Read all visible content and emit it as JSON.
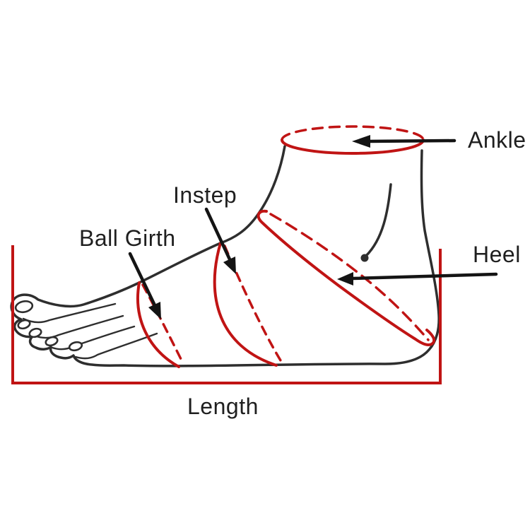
{
  "diagram": {
    "type": "foot-measurement-diagram",
    "labels": {
      "ankle": "Ankle",
      "instep": "Instep",
      "ball_girth": "Ball Girth",
      "heel": "Heel",
      "length": "Length"
    },
    "colors": {
      "measurement_red": "#c01414",
      "outline_black": "#2e2e2e",
      "arrow_black": "#141414",
      "text_black": "#1f1f1f",
      "background": "#ffffff"
    }
  }
}
